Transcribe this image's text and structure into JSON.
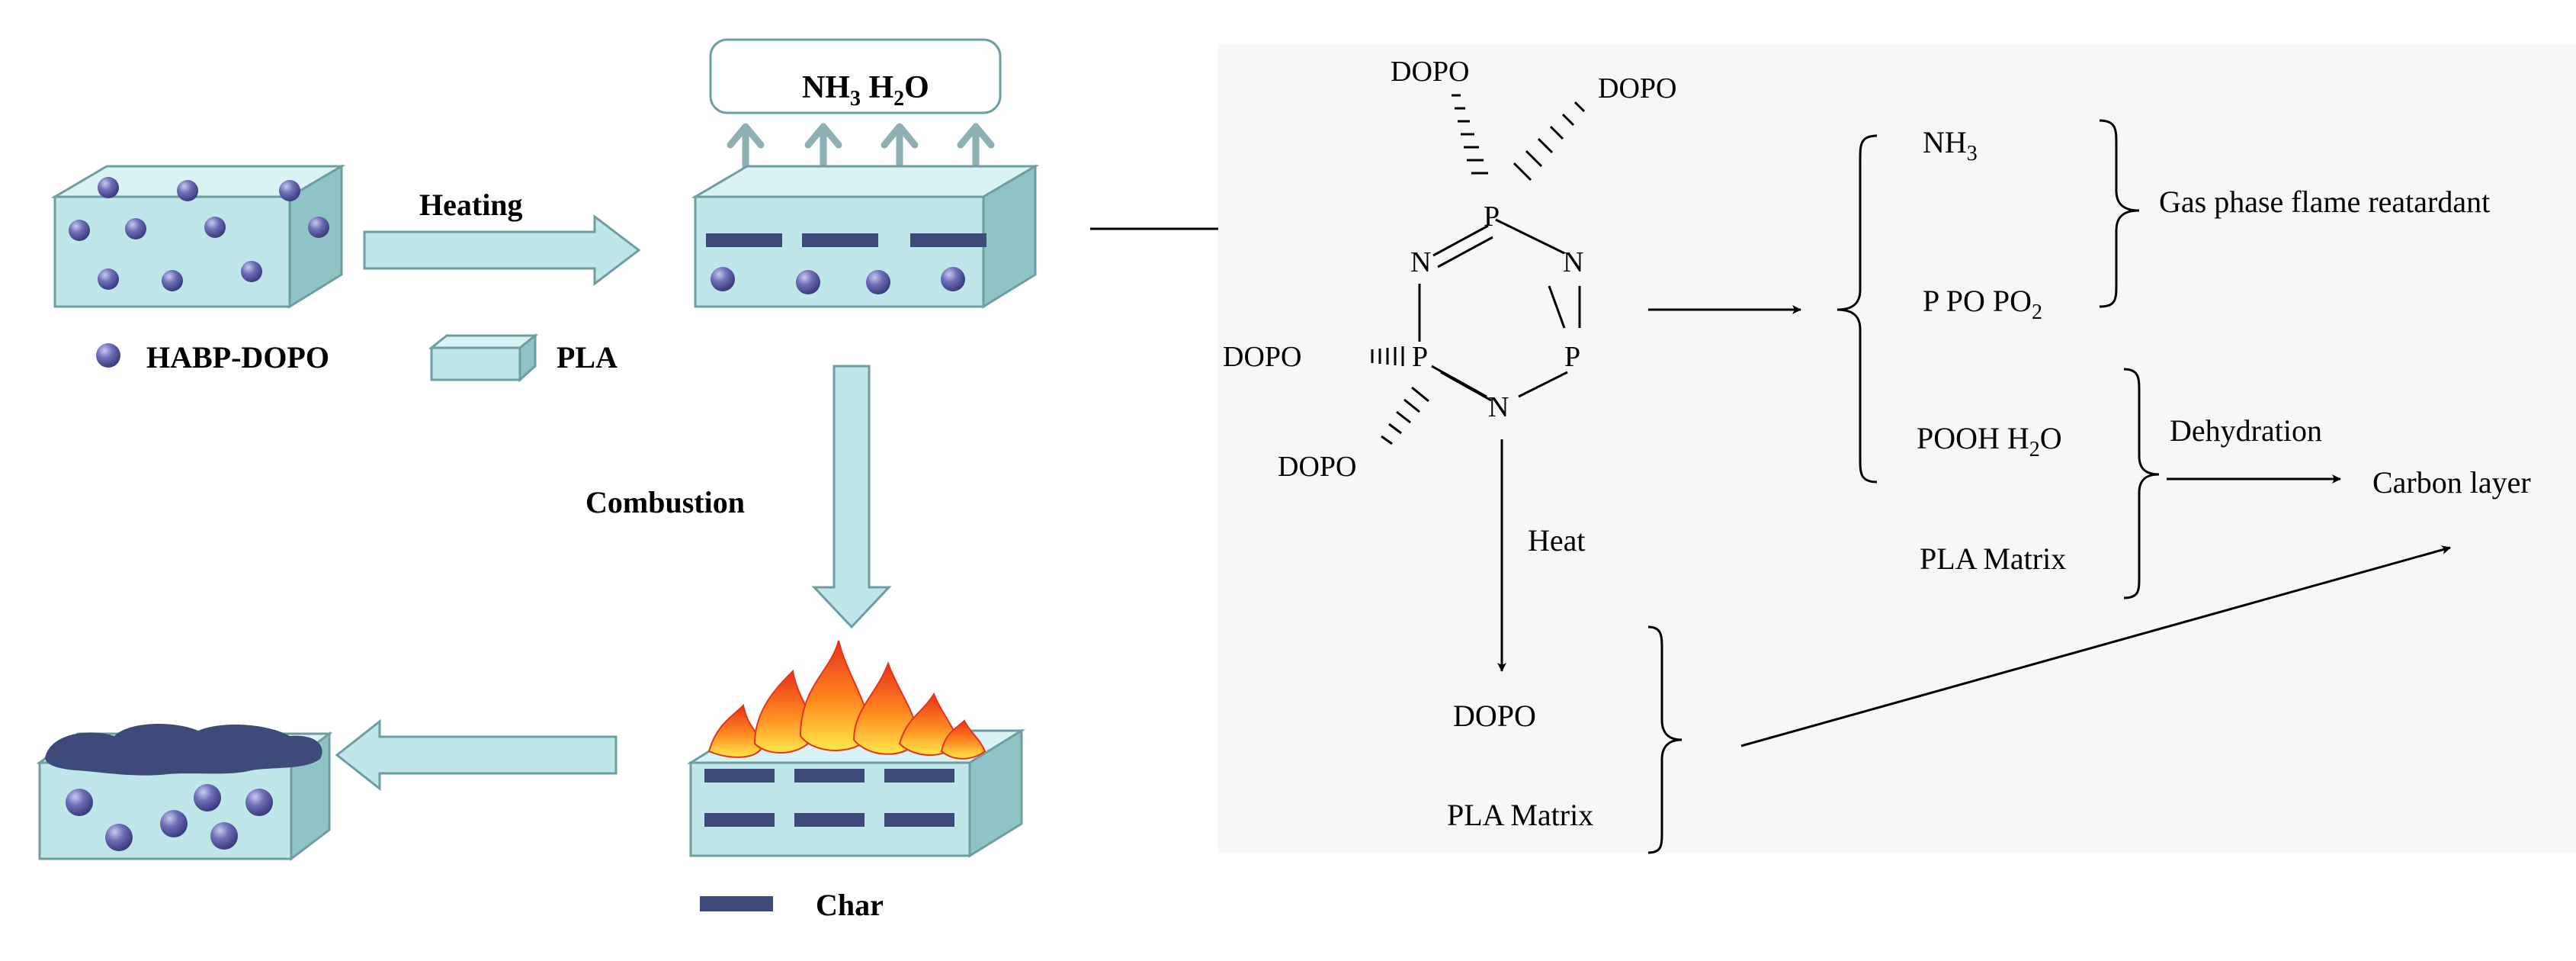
{
  "left_panel": {
    "gas_box_parts": [
      "NH",
      "3",
      " H",
      "2",
      "O"
    ],
    "heating_label": "Heating",
    "combustion_label": "Combustion",
    "legend": {
      "particle_label": "HABP-DOPO",
      "matrix_label": "PLA",
      "char_label": "Char"
    }
  },
  "right_panel": {
    "ring": {
      "atom_p": "P",
      "atom_n": "N",
      "substituent": "DOPO"
    },
    "gas_products": {
      "nh3_parts": [
        "NH",
        "3"
      ],
      "p_species_parts": [
        "P PO PO",
        "2"
      ],
      "label": "Gas phase flame reatardant"
    },
    "condensed_products": {
      "pooh_parts": [
        "POOH H",
        "2",
        "O"
      ],
      "matrix_label": "PLA Matrix",
      "process_label": "Dehydration",
      "result_label": "Carbon layer"
    },
    "heat_label": "Heat",
    "heat_products": {
      "dopo_label": "DOPO",
      "matrix_label": "PLA Matrix"
    }
  },
  "colors": {
    "box_front": "#bfe6e8",
    "box_top": "#d9f2f3",
    "box_side": "#8fc4c7",
    "box_edge": "#6e9ea2",
    "particle": "#5a5aa0",
    "char": "#3d4a7a",
    "flow_arrow": "#bfe6e8",
    "flame_outer": "#e8321b",
    "flame_inner": "#ffd21f"
  }
}
